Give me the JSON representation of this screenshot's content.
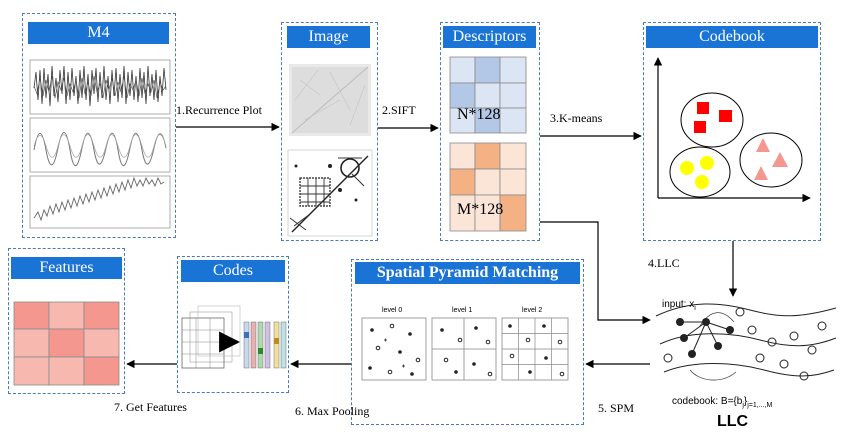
{
  "panels": {
    "m4": "M4",
    "image": "Image",
    "descriptors": "Descriptors",
    "codebook": "Codebook",
    "features": "Features",
    "codes": "Codes",
    "spm": "Spatial Pyramid Matching"
  },
  "descriptor_grids": {
    "top": "N*128",
    "bottom": "M*128"
  },
  "steps": {
    "s1": "1.Recurrence Plot",
    "s2": "2.SIFT",
    "s3": "3.K-means",
    "s4": "4.LLC",
    "s5": "5. SPM",
    "s6": "6. Max Pooling",
    "s7": "7. Get Features"
  },
  "llc": {
    "input": "input: x",
    "input_sub": "i",
    "codebook": "codebook: B={b",
    "codebook_sub": "j",
    "codebook_tail": "}",
    "codebook_range": "j=1,...,M",
    "title": "LLC"
  },
  "spm_levels": [
    "level 0",
    "level 1",
    "level 2"
  ],
  "colors": {
    "header": "#1a74d6",
    "panel_border": "#4a7ab8",
    "blue_grid": [
      "#b3c7e6",
      "#dbe5f3"
    ],
    "orange_grid": [
      "#f4b183",
      "#fbe5d6"
    ],
    "features_grid": [
      "#f4978e",
      "#f7b8b0"
    ],
    "square": "#ff0000",
    "circle": "#ffff00",
    "triangle": "#f4978e"
  }
}
